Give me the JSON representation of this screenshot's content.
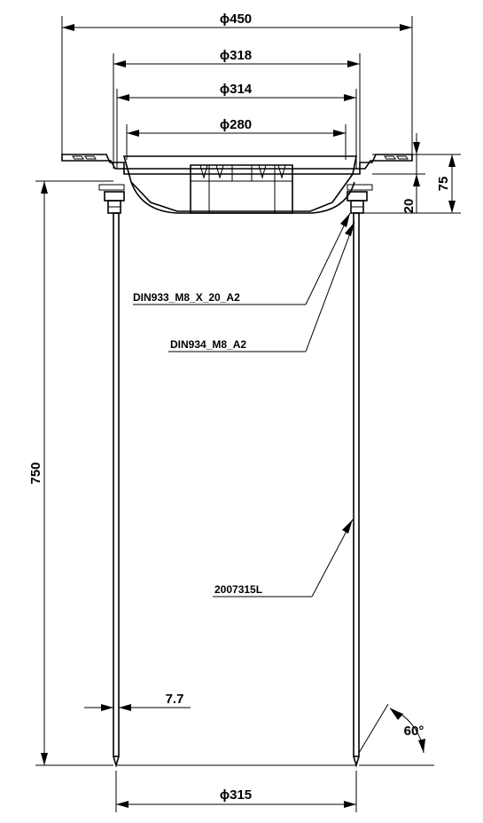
{
  "dimensions": {
    "d450": "ϕ450",
    "d318": "ϕ318",
    "d314": "ϕ314",
    "d280": "ϕ280",
    "d315": "ϕ315",
    "h75": "75",
    "h20": "20",
    "h750": "750",
    "wall": "7.7",
    "angle": "60°"
  },
  "callouts": {
    "bolt": "DIN933_M8_X_20_A2",
    "nut": "DIN934_M8_A2",
    "pipe": "2007315L"
  }
}
